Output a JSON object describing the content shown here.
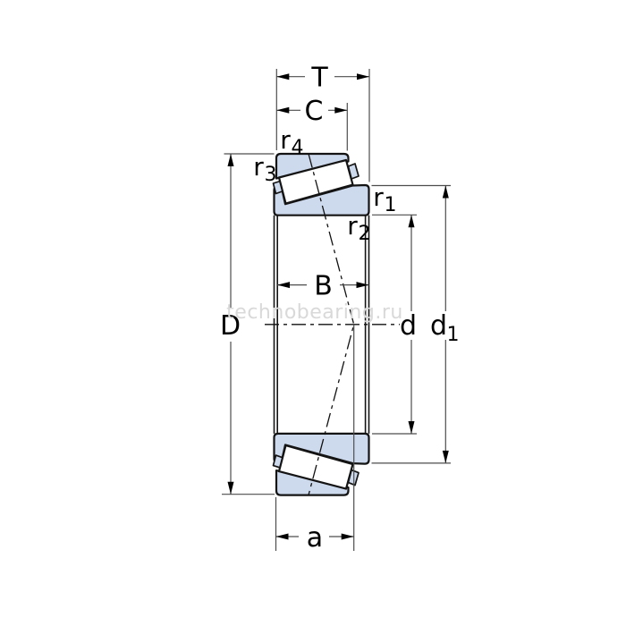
{
  "drawing": {
    "subject": "tapered-roller-bearing-cross-section",
    "watermark": "technobearing.ru",
    "labels": {
      "T": "T",
      "C": "C",
      "B": "B",
      "a": "a",
      "D": "D",
      "d": "d",
      "d1": {
        "base": "d",
        "sub": "1"
      },
      "r1": {
        "base": "r",
        "sub": "1"
      },
      "r2": {
        "base": "r",
        "sub": "2"
      },
      "r3": {
        "base": "r",
        "sub": "3"
      },
      "r4": {
        "base": "r",
        "sub": "4"
      }
    },
    "colors": {
      "bearing_fill": "#cdd9ec",
      "outline": "#141414",
      "dimension_lines": "#4d4d4d",
      "arrowheads": "#000000",
      "label_text": "#000000",
      "watermark_text": "#d9d9d9",
      "background": "#ffffff"
    }
  }
}
